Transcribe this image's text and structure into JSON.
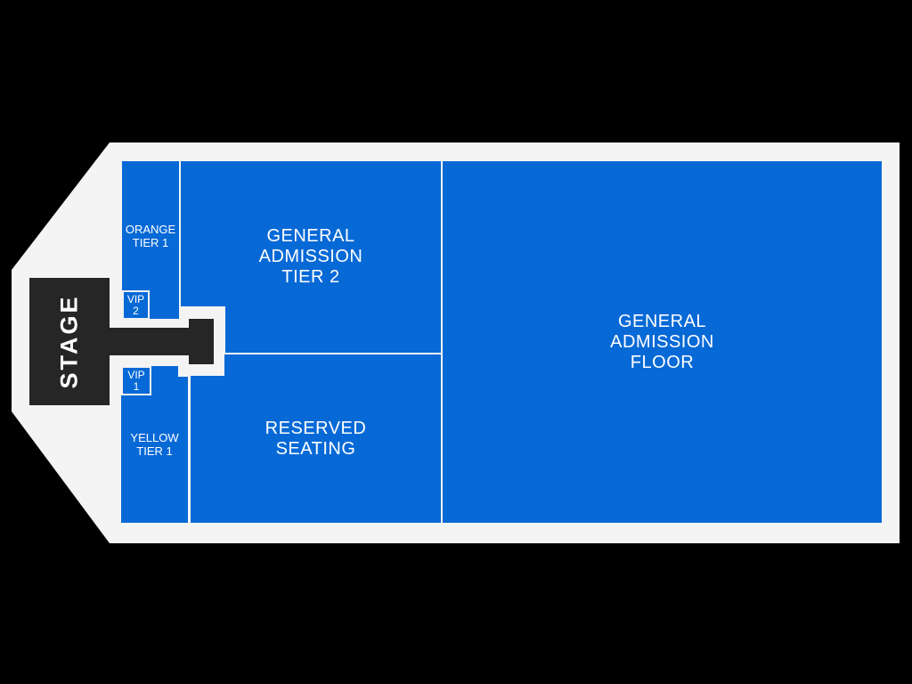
{
  "map_title": "venue-seating-map",
  "colors": {
    "background": "#000000",
    "venue_floor": "#f4f4f4",
    "section_blue": "#0769d6",
    "stage_black": "#262626",
    "label_text": "#ffffff"
  },
  "stage": {
    "label": "STAGE"
  },
  "sections": {
    "orange_tier_1": {
      "lines": [
        "ORANGE",
        "TIER 1"
      ]
    },
    "vip_2": {
      "lines": [
        "VIP",
        "2"
      ]
    },
    "vip_1": {
      "lines": [
        "VIP",
        "1"
      ]
    },
    "yellow_tier_1": {
      "lines": [
        "YELLOW",
        "TIER 1"
      ]
    },
    "ga_tier_2": {
      "lines": [
        "GENERAL",
        "ADMISSION",
        "TIER 2"
      ]
    },
    "reserved": {
      "lines": [
        "RESERVED",
        "SEATING"
      ]
    },
    "ga_floor": {
      "lines": [
        "GENERAL",
        "ADMISSION",
        "FLOOR"
      ]
    }
  }
}
